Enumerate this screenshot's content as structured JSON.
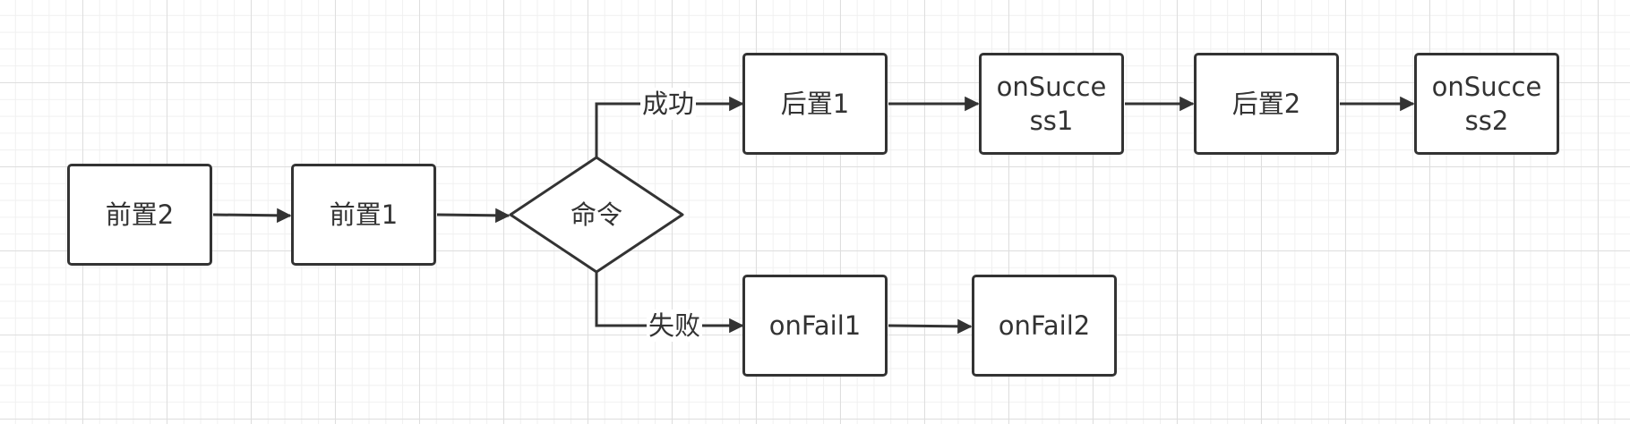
{
  "diagram": {
    "type": "flowchart",
    "nodes": [
      {
        "id": "pre2",
        "shape": "rect",
        "label": "前置2"
      },
      {
        "id": "pre1",
        "shape": "rect",
        "label": "前置1"
      },
      {
        "id": "cmd",
        "shape": "diamond",
        "label": "命令"
      },
      {
        "id": "post1",
        "shape": "rect",
        "label": "后置1"
      },
      {
        "id": "onSuccess1",
        "shape": "rect",
        "label": "onSucce ss1"
      },
      {
        "id": "post2",
        "shape": "rect",
        "label": "后置2"
      },
      {
        "id": "onSuccess2",
        "shape": "rect",
        "label": "onSucce ss2"
      },
      {
        "id": "onFail1",
        "shape": "rect",
        "label": "onFail1"
      },
      {
        "id": "onFail2",
        "shape": "rect",
        "label": "onFail2"
      }
    ],
    "edges": [
      {
        "from": "pre2",
        "to": "pre1",
        "label": ""
      },
      {
        "from": "pre1",
        "to": "cmd",
        "label": ""
      },
      {
        "from": "cmd",
        "to": "post1",
        "label": "成功"
      },
      {
        "from": "post1",
        "to": "onSuccess1",
        "label": ""
      },
      {
        "from": "onSuccess1",
        "to": "post2",
        "label": ""
      },
      {
        "from": "post2",
        "to": "onSuccess2",
        "label": ""
      },
      {
        "from": "cmd",
        "to": "onFail1",
        "label": "失败"
      },
      {
        "from": "onFail1",
        "to": "onFail2",
        "label": ""
      }
    ]
  },
  "nodes": {
    "pre2": "前置2",
    "pre1": "前置1",
    "cmd": "命令",
    "post1": "后置1",
    "onSuccess1": {
      "line1": "onSucce",
      "line2": "ss1"
    },
    "post2": "后置2",
    "onSuccess2": {
      "line1": "onSucce",
      "line2": "ss2"
    },
    "onFail1": "onFail1",
    "onFail2": "onFail2"
  },
  "edge_labels": {
    "success": "成功",
    "fail": "失败"
  },
  "colors": {
    "stroke": "#333333",
    "text": "#333333",
    "grid_major": "#dedede",
    "grid_minor": "#f0f0f0",
    "background": "#ffffff"
  }
}
